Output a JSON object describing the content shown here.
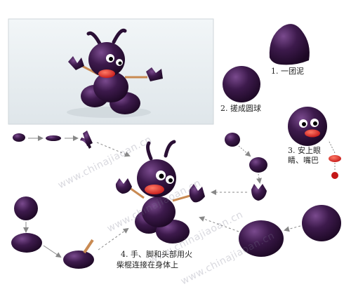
{
  "steps": {
    "step1": "1. 一团泥",
    "step2": "2. 搓成圆球",
    "step3_line1": "3. 安上眼",
    "step3_line2": "睛、嘴巴",
    "step4_line1": "4. 手、脚和头部用火",
    "step4_line2": "柴棍连接在身体上"
  },
  "watermark": "www.chinajiaoan.cn",
  "colors": {
    "clay": "#3a1648",
    "clay_dark": "#1f0a29",
    "clay_light": "#6b3f80",
    "mouth": "#d32424",
    "mouth_light": "#ff6a5c",
    "stick": "#c98a52",
    "photo_bg": "#eef3f6",
    "eye_white": "#ffffff",
    "arrow": "#888888"
  }
}
